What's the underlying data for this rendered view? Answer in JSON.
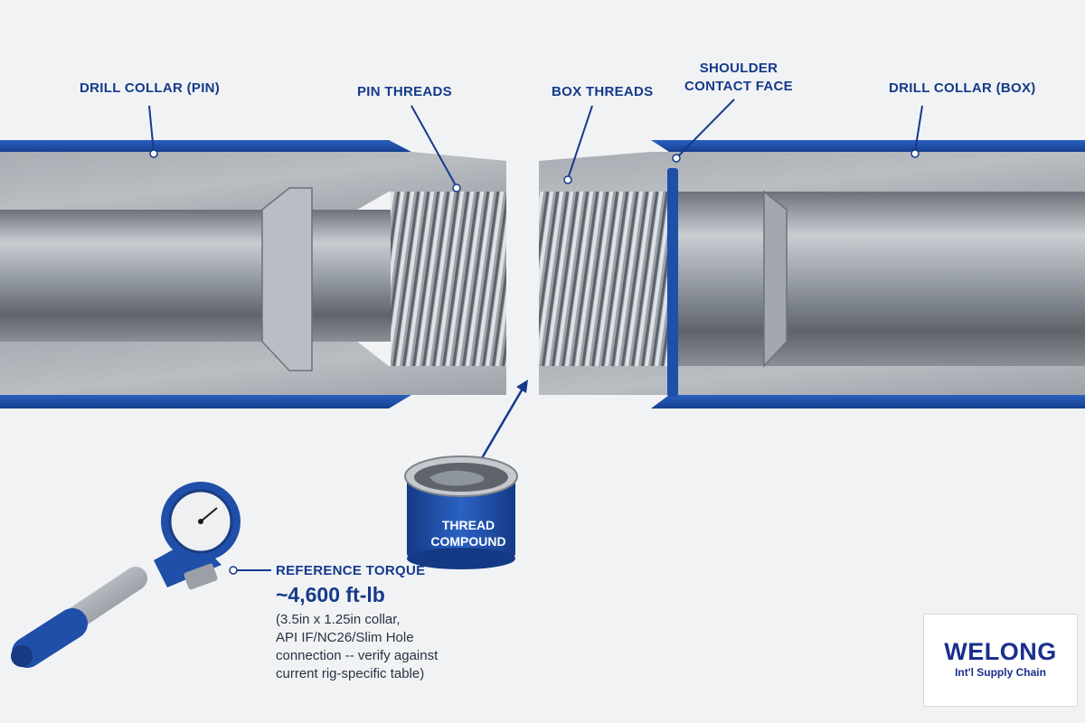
{
  "labels": {
    "drill_collar_pin": "DRILL COLLAR (PIN)",
    "pin_threads": "PIN THREADS",
    "box_threads": "BOX THREADS",
    "shoulder_line1": "SHOULDER",
    "shoulder_line2": "CONTACT FACE",
    "drill_collar_box": "DRILL COLLAR (BOX)"
  },
  "compound": {
    "line1": "THREAD",
    "line2": "COMPOUND"
  },
  "torque": {
    "title": "REFERENCE TORQUE",
    "value": "~4,600 ft-lb",
    "note_lines": [
      "(3.5in x 1.25in collar,",
      "API IF/NC26/Slim Hole",
      "connection -- verify against",
      "current rig-specific table)"
    ]
  },
  "logo": {
    "main": "WELONG",
    "sub": "Int'l Supply Chain"
  },
  "colors": {
    "accent_blue": "#1f4fa8",
    "label_blue": "#143a8a",
    "steel": "#8e949c",
    "background": "#f1f2f4"
  },
  "icons": {
    "wrench": "torque-wrench-icon",
    "gauge": "gauge-icon",
    "compound": "compound-can-icon"
  }
}
